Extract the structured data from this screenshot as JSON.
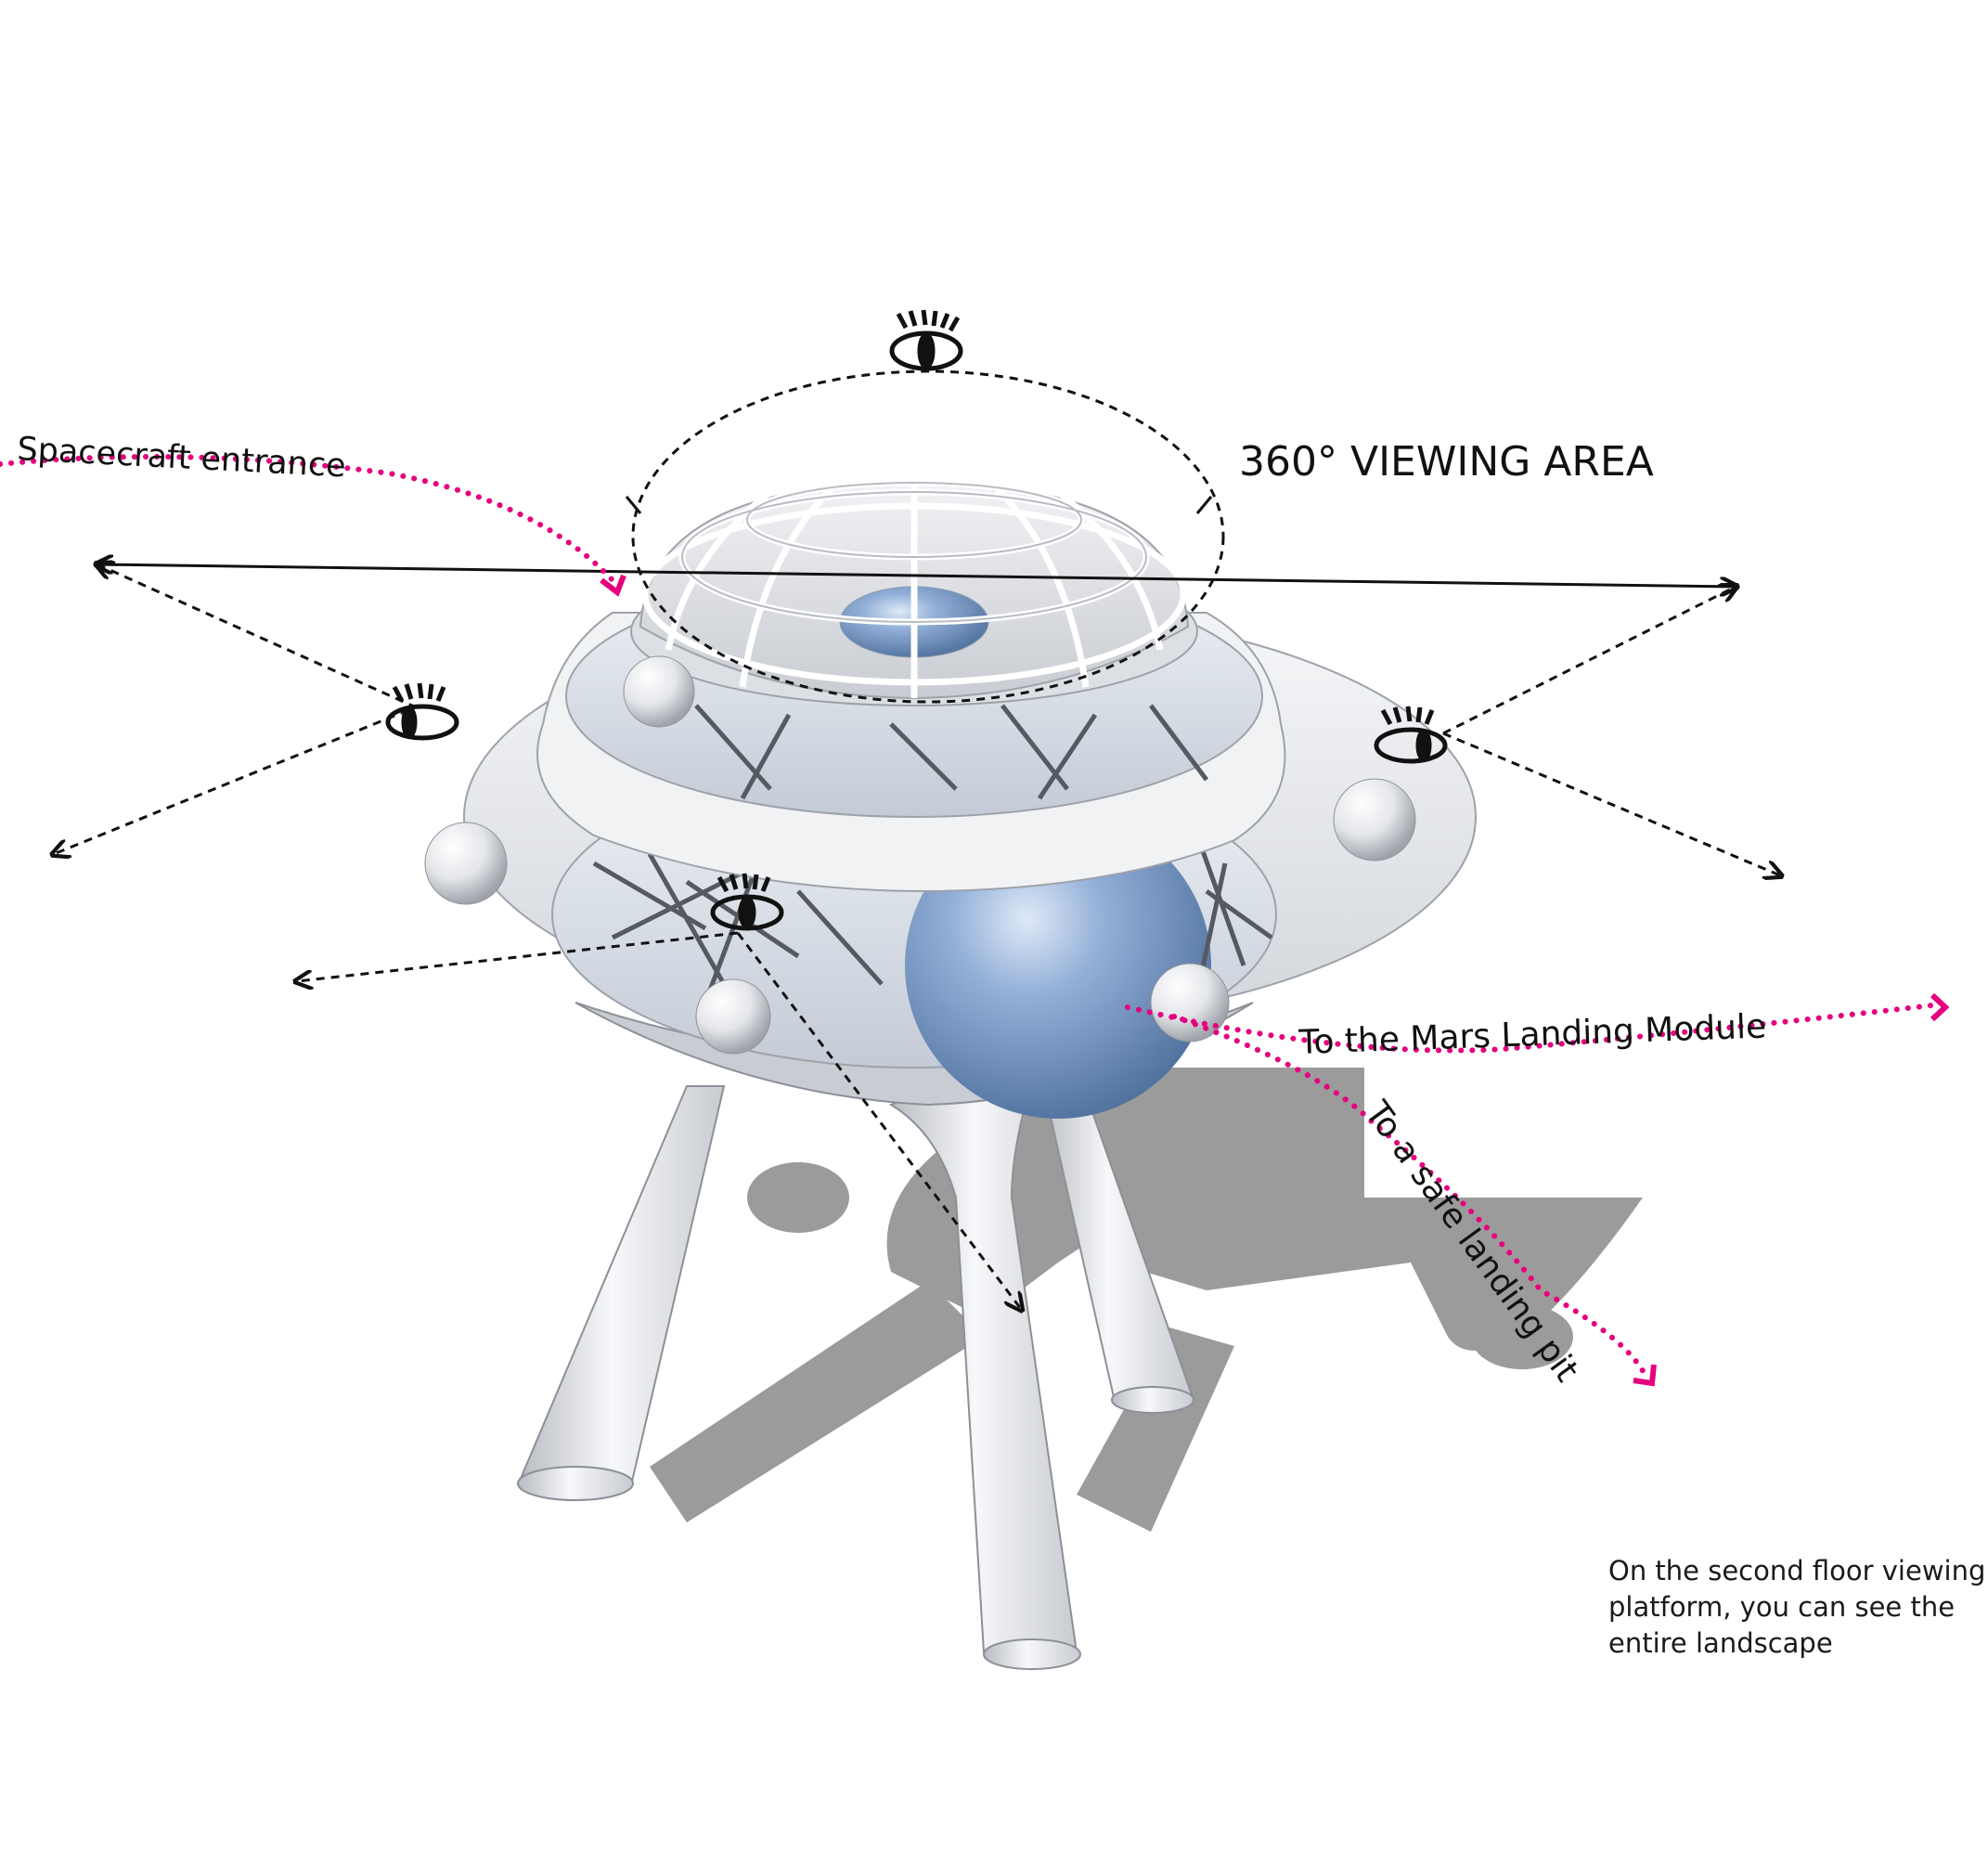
{
  "labels": {
    "viewing_area": "360° VIEWING AREA",
    "entrance": "Spacecraft entrance",
    "mars_module": "To the Mars Landing Module",
    "landing_pit": "To a safe landing pit"
  },
  "note_lines": [
    "On the second floor viewing",
    "platform, you can see the",
    "entire landscape"
  ],
  "icons": [
    "eye-icon",
    "eye-icon",
    "eye-icon",
    "eye-icon"
  ],
  "colors": {
    "path_magenta": "#e6007e",
    "sight_line": "#111111",
    "hull": "#e9ebef",
    "sphere_blue": "#7d9cc8",
    "shadow": "#9a9a9a"
  }
}
